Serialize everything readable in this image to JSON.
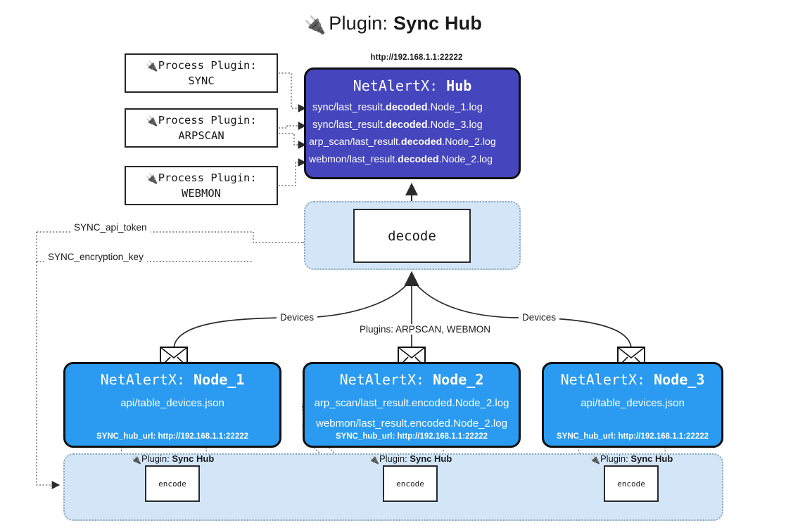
{
  "page": {
    "title_prefix": "Plugin:",
    "title_name": "Sync Hub",
    "plug_icon": "🔌"
  },
  "process_plugins": [
    {
      "line1": "Process Plugin:",
      "line2": "SYNC"
    },
    {
      "line1": "Process Plugin:",
      "line2": "ARPSCAN"
    },
    {
      "line1": "Process Plugin:",
      "line2": "WEBMON"
    }
  ],
  "hub": {
    "url": "http://192.168.1.1:22222",
    "title_prefix": "NetAlertX:",
    "title_name": "Hub",
    "lines": [
      {
        "pre": "sync/last_result.",
        "em": "decoded",
        "post": ".Node_1.log"
      },
      {
        "pre": "sync/last_result.",
        "em": "decoded",
        "post": ".Node_3.log"
      },
      {
        "pre": "arp_scan/last_result.",
        "em": "decoded",
        "post": ".Node_2.log"
      },
      {
        "pre": "webmon/last_result.",
        "em": "decoded",
        "post": ".Node_2.log"
      }
    ]
  },
  "decode": {
    "label": "decode"
  },
  "settings_wires": {
    "api_token": "SYNC_api_token",
    "encryption_key": "SYNC_encryption_key"
  },
  "edge_labels": {
    "devices_left": "Devices",
    "devices_right": "Devices",
    "plugins": "Plugins: ARPSCAN, WEBMON"
  },
  "nodes": [
    {
      "title_prefix": "NetAlertX:",
      "title_name": "Node_1",
      "lines": [
        "api/table_devices.json"
      ],
      "hub_url": "SYNC_hub_url: http://192.168.1.1:22222"
    },
    {
      "title_prefix": "NetAlertX:",
      "title_name": "Node_2",
      "lines": [
        "arp_scan/last_result.encoded.Node_2.log",
        "webmon/last_result.encoded.Node_2.log"
      ],
      "hub_url": "SYNC_hub_url: http://192.168.1.1:22222"
    },
    {
      "title_prefix": "NetAlertX:",
      "title_name": "Node_3",
      "lines": [
        "api/table_devices.json"
      ],
      "hub_url": "SYNC_hub_url: http://192.168.1.1:22222"
    }
  ],
  "encoders": [
    {
      "label": "encode",
      "caption_prefix": "Plugin:",
      "caption_name": "Sync Hub"
    },
    {
      "label": "encode",
      "caption_prefix": "Plugin:",
      "caption_name": "Sync Hub"
    },
    {
      "label": "encode",
      "caption_prefix": "Plugin:",
      "caption_name": "Sync Hub"
    }
  ],
  "colors": {
    "hub": "#4545bd",
    "node": "#2a9bf0",
    "region": "#d2e6f7",
    "stroke": "#101010"
  }
}
